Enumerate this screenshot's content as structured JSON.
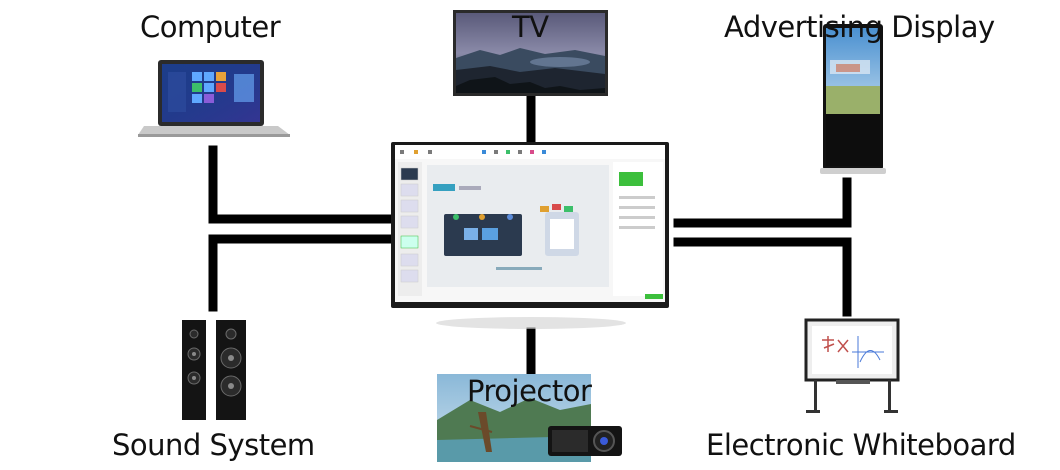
{
  "labels": {
    "computer": "Computer",
    "tv": "TV",
    "advertising": "Advertising Display",
    "sound": "Sound System",
    "projector": "Projector",
    "whiteboard": "Electronic Whiteboard"
  },
  "colors": {
    "connector": "#000000",
    "panel_bezel": "#1a1a1a",
    "screen_bg": "#e9ecef",
    "accent_green": "#3cbf3c"
  },
  "icons": [
    "laptop-icon",
    "tv-icon",
    "kiosk-icon",
    "speaker-icon",
    "projector-icon",
    "whiteboard-icon",
    "interactive-panel-icon"
  ]
}
